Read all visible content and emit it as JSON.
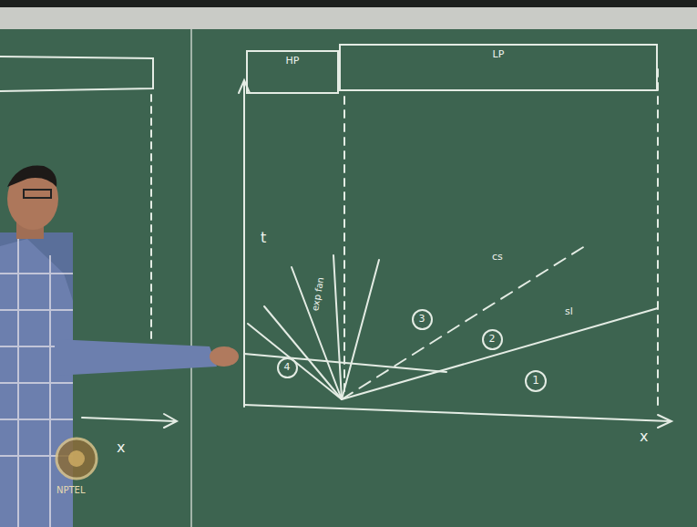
{
  "diagram": {
    "nodes": [
      {
        "text": [
          "HP"
        ]
      },
      {
        "text": [
          "LP"
        ]
      },
      {
        "text": [
          "4"
        ]
      },
      {
        "text": [
          "3"
        ]
      },
      {
        "text": [
          "2"
        ]
      },
      {
        "text": [
          "1"
        ]
      }
    ],
    "labels": [
      "t",
      "x",
      "x",
      "exp fan",
      "cs",
      "sl",
      "NPTEL"
    ]
  }
}
